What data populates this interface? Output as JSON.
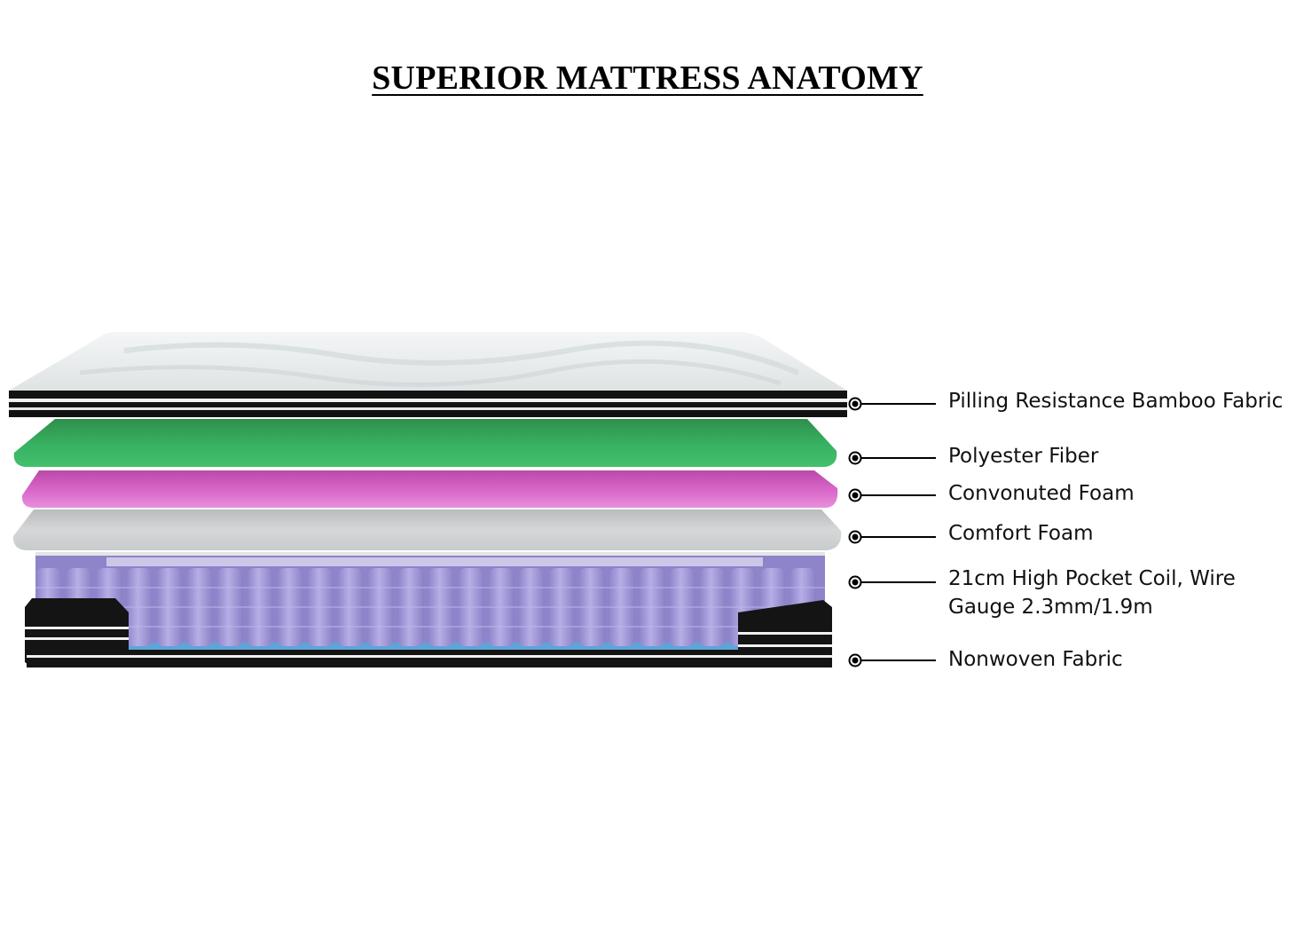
{
  "title": "SUPERIOR MATTRESS ANATOMY",
  "layers": [
    {
      "label": "Pilling Resistance Bamboo Fabric",
      "color": "#e6e8e8"
    },
    {
      "label": "Polyester Fiber",
      "color": "#3bb764"
    },
    {
      "label": "Convonuted Foam",
      "color": "#d867c9"
    },
    {
      "label": "Comfort Foam",
      "color": "#d6d8d8"
    },
    {
      "label": "21cm High Pocket Coil, Wire Gauge 2.3mm/1.9m",
      "color": "#9a8fd6"
    },
    {
      "label": "Nonwoven Fabric",
      "color": "#1a1a1a"
    }
  ]
}
